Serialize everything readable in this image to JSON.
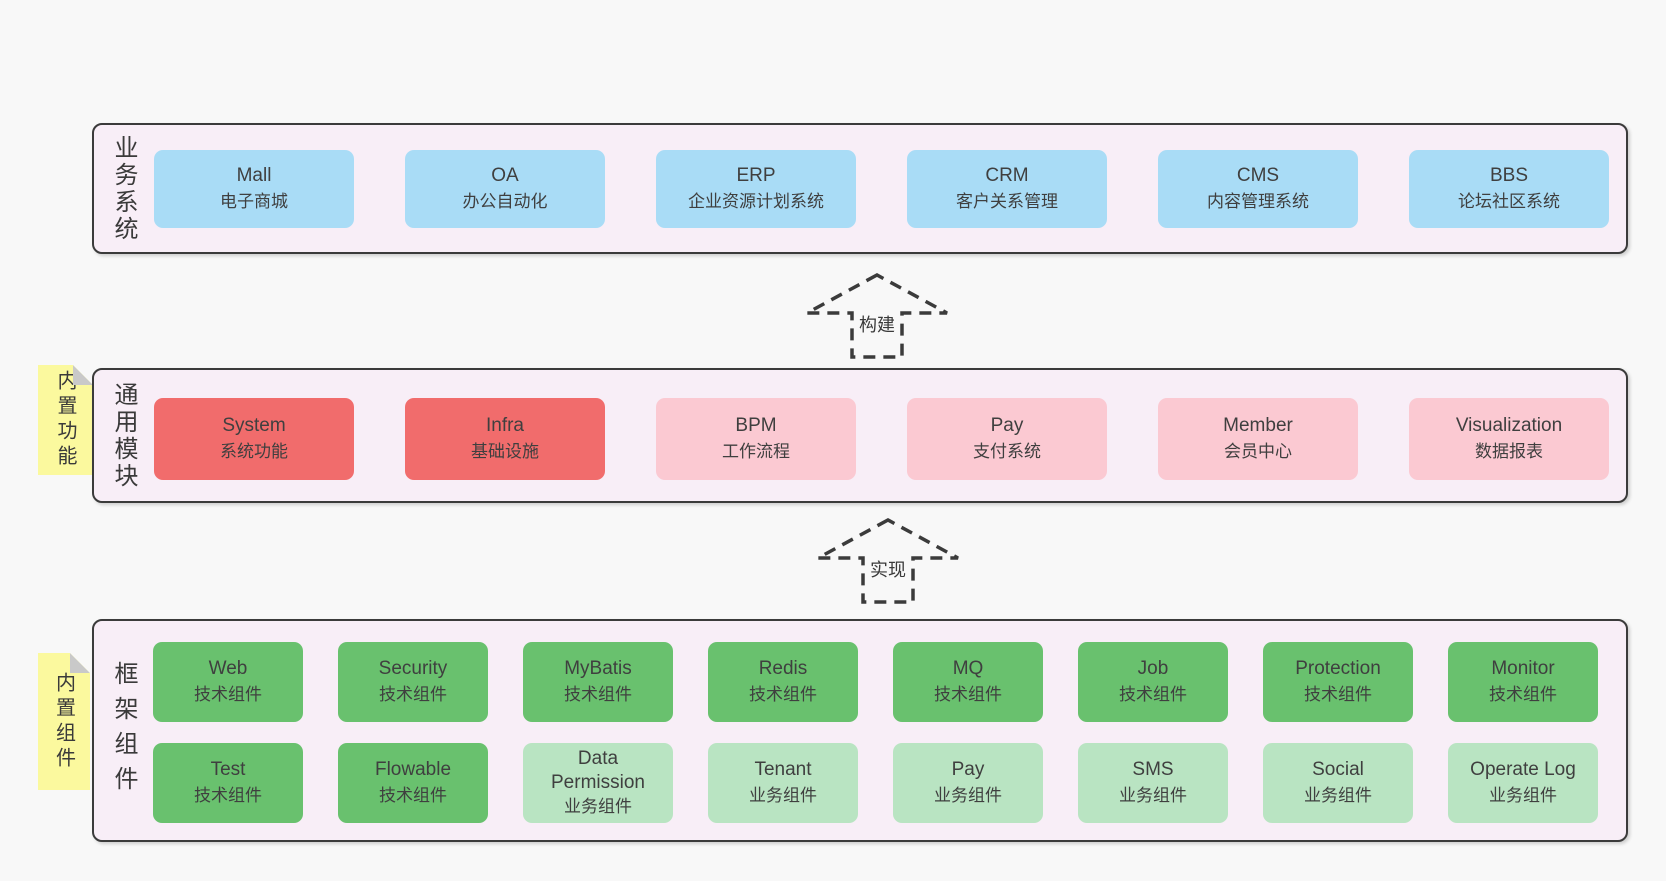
{
  "palette": {
    "page_bg": "#f8f8f8",
    "section_bg": "#f8eef7",
    "section_border": "#3b3b3b",
    "blue_box": "#a9dcf6",
    "red_box": "#f16c6c",
    "pink_box": "#fbc9d2",
    "green_box": "#69c16e",
    "light_green_box": "#b9e4c2",
    "sticky_yellow": "#fbf99e",
    "sticky_fold": "#c9c9c9",
    "text": "#3f3f3f"
  },
  "sticky_notes": [
    {
      "label": "内置功能"
    },
    {
      "label": "内置组件"
    }
  ],
  "arrows": [
    {
      "label": "构建"
    },
    {
      "label": "实现"
    }
  ],
  "sections": {
    "business": {
      "label": "业务系统",
      "boxes": [
        {
          "en": "Mall",
          "zh": "电子商城"
        },
        {
          "en": "OA",
          "zh": "办公自动化"
        },
        {
          "en": "ERP",
          "zh": "企业资源计划系统"
        },
        {
          "en": "CRM",
          "zh": "客户关系管理"
        },
        {
          "en": "CMS",
          "zh": "内容管理系统"
        },
        {
          "en": "BBS",
          "zh": "论坛社区系统"
        }
      ]
    },
    "modules": {
      "label": "通用模块",
      "boxes": [
        {
          "en": "System",
          "zh": "系统功能"
        },
        {
          "en": "Infra",
          "zh": "基础设施"
        },
        {
          "en": "BPM",
          "zh": "工作流程"
        },
        {
          "en": "Pay",
          "zh": "支付系统"
        },
        {
          "en": "Member",
          "zh": "会员中心"
        },
        {
          "en": "Visualization",
          "zh": "数据报表"
        }
      ]
    },
    "components": {
      "label": "框架组件",
      "row1": [
        {
          "en": "Web",
          "zh": "技术组件"
        },
        {
          "en": "Security",
          "zh": "技术组件"
        },
        {
          "en": "MyBatis",
          "zh": "技术组件"
        },
        {
          "en": "Redis",
          "zh": "技术组件"
        },
        {
          "en": "MQ",
          "zh": "技术组件"
        },
        {
          "en": "Job",
          "zh": "技术组件"
        },
        {
          "en": "Protection",
          "zh": "技术组件"
        },
        {
          "en": "Monitor",
          "zh": "技术组件"
        }
      ],
      "row2": [
        {
          "en": "Test",
          "zh": "技术组件"
        },
        {
          "en": "Flowable",
          "zh": "技术组件"
        },
        {
          "en": "Data Permission",
          "zh": "业务组件"
        },
        {
          "en": "Tenant",
          "zh": "业务组件"
        },
        {
          "en": "Pay",
          "zh": "业务组件"
        },
        {
          "en": "SMS",
          "zh": "业务组件"
        },
        {
          "en": "Social",
          "zh": "业务组件"
        },
        {
          "en": "Operate Log",
          "zh": "业务组件"
        }
      ]
    }
  }
}
